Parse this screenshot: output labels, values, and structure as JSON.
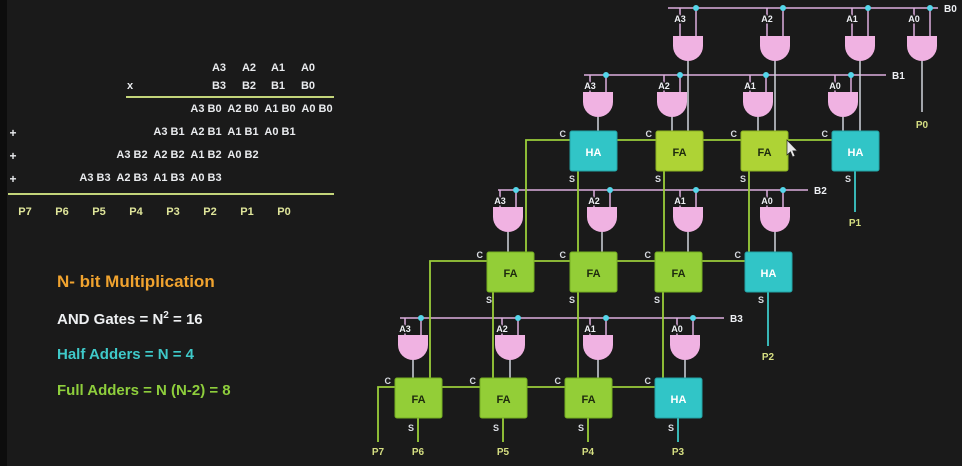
{
  "colors": {
    "background": "#1a1a1a",
    "and_gate_pink": "#f0b2e2",
    "half_adder_teal": "#31c5c7",
    "full_adder_lime_row1": "#aed335",
    "full_adder_lime_rows23": "#93ce37",
    "wire_pink": "#dcaede",
    "wire_light": "#cfd3db",
    "wire_green": "#9acd3a",
    "wire_teal": "#3cc8c8",
    "junction_dot_cyan": "#55d6ea",
    "title_orange": "#f0a32f",
    "note_cyan": "#3fc9c9",
    "note_green": "#8ece3c",
    "product_label_yellow_green": "#d6df82"
  },
  "left_panel": {
    "header_a": [
      "A3",
      "A2",
      "A1",
      "A0"
    ],
    "multiply_sign": "x",
    "header_b": [
      "B3",
      "B2",
      "B1",
      "B0"
    ],
    "plus_sign": "+",
    "pp_rows": [
      [
        "A3 B0",
        "A2 B0",
        "A1 B0",
        "A0 B0"
      ],
      [
        "A3 B1",
        "A2 B1",
        "A1 B1",
        "A0 B1"
      ],
      [
        "A3 B2",
        "A2 B2",
        "A1 B2",
        "A0 B2"
      ],
      [
        "A3 B3",
        "A2 B3",
        "A1 B3",
        "A0 B3"
      ]
    ],
    "products": [
      "P7",
      "P6",
      "P5",
      "P4",
      "P3",
      "P2",
      "P1",
      "P0"
    ],
    "notes": {
      "title": "N- bit Multiplication",
      "and_gates_prefix": "AND Gates = N",
      "and_gates_sup": "2",
      "and_gates_suffix": " = 16",
      "half_adders": "Half Adders = N = 4",
      "full_adders": "Full Adders = N (N-2) = 8"
    }
  },
  "circuit": {
    "b_labels": [
      "B0",
      "B1",
      "B2",
      "B3"
    ],
    "a_labels": [
      "A3",
      "A2",
      "A1",
      "A0"
    ],
    "adders": {
      "row1": [
        "HA",
        "FA",
        "FA",
        "HA"
      ],
      "row2": [
        "FA",
        "FA",
        "FA",
        "HA"
      ],
      "row3": [
        "FA",
        "FA",
        "FA",
        "HA"
      ]
    },
    "carry_label": "C",
    "sum_label": "S",
    "outputs": [
      "P0",
      "P1",
      "P2",
      "P3",
      "P4",
      "P5",
      "P6",
      "P7"
    ]
  }
}
